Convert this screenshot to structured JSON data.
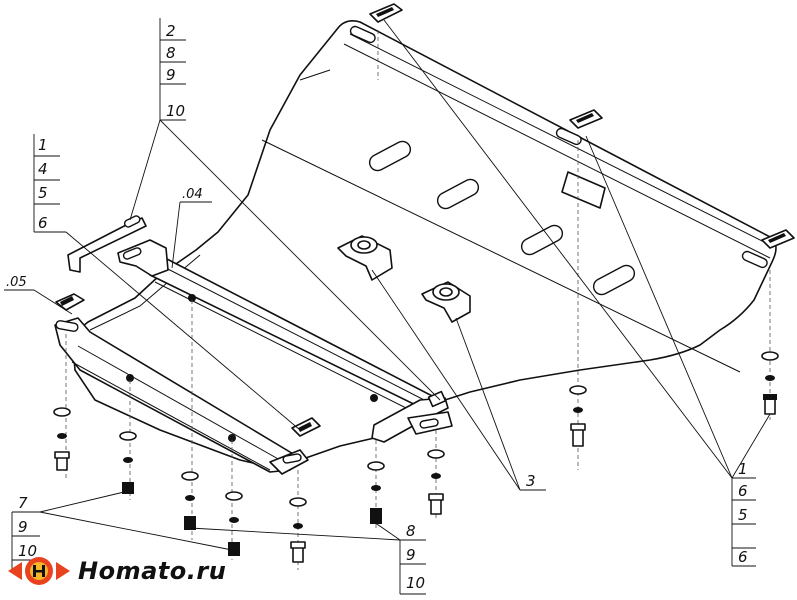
{
  "brand": {
    "name": "Homato.ru",
    "logo_icon": "homato-logo-icon",
    "colors": {
      "ring": "#e8431e",
      "core": "#f7b52a",
      "text": "#111111"
    }
  },
  "callouts": {
    "top_left_stack": [
      "2",
      "8",
      "9",
      "10"
    ],
    "left_stack": [
      "1",
      "4",
      "5",
      "6"
    ],
    "ref_04": ".04",
    "ref_05": ".05",
    "ref_3": "3",
    "right_stack": [
      "1",
      "6",
      "5",
      "6"
    ],
    "bottom_left_stack": [
      "7",
      "9",
      "10"
    ],
    "bottom_mid_stack": [
      "8",
      "9",
      "10"
    ]
  }
}
